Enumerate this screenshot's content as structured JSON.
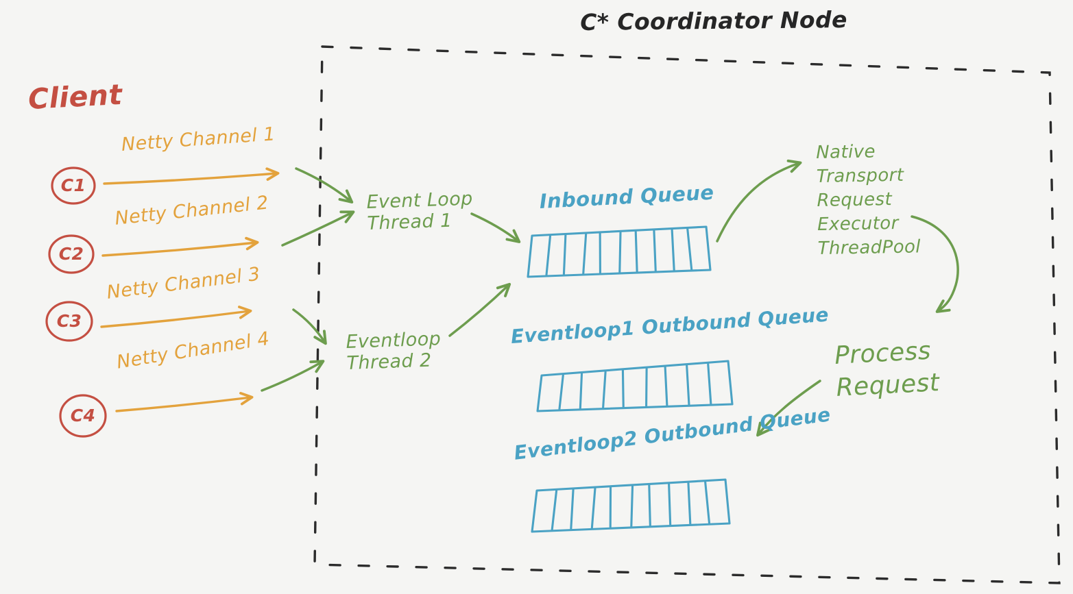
{
  "palette": {
    "client_red": "#c44f42",
    "channel_orange": "#e3a23c",
    "flow_green": "#6d9d4e",
    "queue_blue": "#4aa2c4",
    "sketch_ink": "#262626",
    "background": "#f5f5f3"
  },
  "title": {
    "text": "C* Coordinator Node"
  },
  "client": {
    "label": "Client",
    "connections": [
      {
        "id": "C1",
        "channel": "Netty Channel 1"
      },
      {
        "id": "C2",
        "channel": "Netty Channel 2"
      },
      {
        "id": "C3",
        "channel": "Netty Channel 3"
      },
      {
        "id": "C4",
        "channel": "Netty Channel 4"
      }
    ]
  },
  "coordinator": {
    "event_loops": [
      {
        "line1": "Event Loop",
        "line2": "Thread 1"
      },
      {
        "line1": "Eventloop",
        "line2": "Thread 2"
      }
    ],
    "queues": [
      {
        "label": "Inbound Queue",
        "dividers": 9
      },
      {
        "label": "Eventloop1 Outbound Queue",
        "dividers": 8
      },
      {
        "label": "Eventloop2 Outbound Queue",
        "dividers": 9
      }
    ],
    "thread_pool": {
      "lines": [
        "Native",
        "Transport",
        "Request",
        "Executor",
        "ThreadPool"
      ]
    },
    "process": {
      "line1": "Process",
      "line2": "Request"
    }
  }
}
